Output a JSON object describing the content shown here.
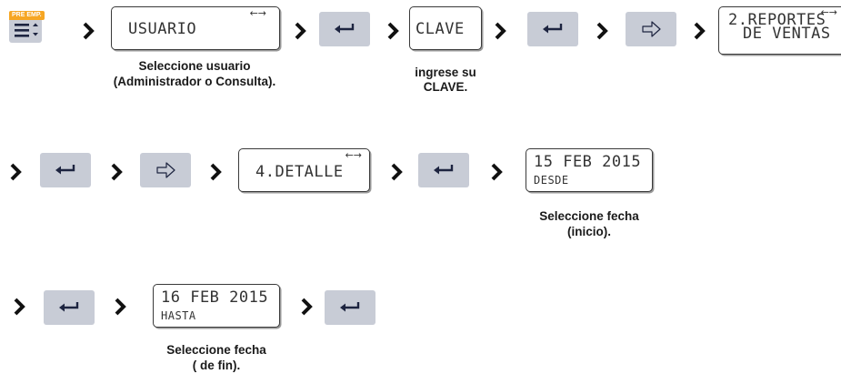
{
  "menu": {
    "tag": "PRE EMP.",
    "icon": "menu-sort-icon"
  },
  "screens": {
    "usuario": {
      "text": "USUARIO",
      "indicator": "←→"
    },
    "clave": {
      "text": "CLAVE"
    },
    "reportes": {
      "line1": "2.REPORTES",
      "line2": "DE VENTAS",
      "indicator": "←→"
    },
    "detalle": {
      "text": "4.DETALLE",
      "indicator": "←→"
    },
    "desde": {
      "date": "15 FEB 2015",
      "label": "DESDE"
    },
    "hasta": {
      "date": "16 FEB 2015",
      "label": "HASTA"
    }
  },
  "captions": {
    "usuario_1": "Seleccione usuario",
    "usuario_2": "(Administrador o Consulta).",
    "clave_1": "ingrese su",
    "clave_2": "CLAVE.",
    "desde_1": "Seleccione fecha",
    "desde_2": "(inicio).",
    "hasta_1": "Seleccione fecha",
    "hasta_2": "( de fin)."
  },
  "icons": {
    "enter": "enter-key-icon",
    "next": "arrow-forward-icon",
    "step": "chevron-right-icon"
  }
}
